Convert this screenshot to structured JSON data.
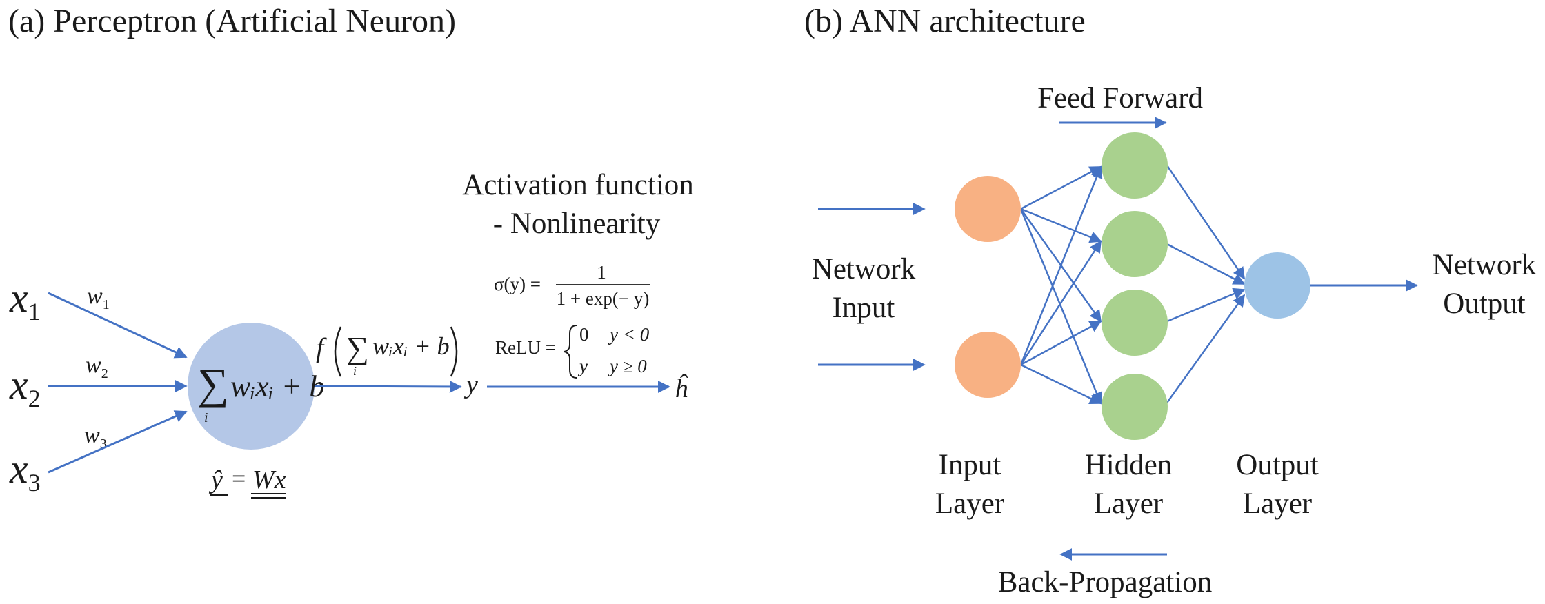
{
  "panel_a": {
    "title": "(a) Perceptron (Artificial Neuron)",
    "inputs": [
      {
        "var": "x",
        "sub": "1",
        "weight": "w",
        "weight_sub": "1"
      },
      {
        "var": "x",
        "sub": "2",
        "weight": "w",
        "weight_sub": "2"
      },
      {
        "var": "x",
        "sub": "3",
        "weight": "w",
        "weight_sub": "3"
      }
    ],
    "activation_title_line1": "Activation function",
    "activation_title_line2": "- Nonlinearity",
    "sigmoid_lhs": "σ(y) =",
    "sigmoid_num": "1",
    "sigmoid_den": "1 + exp(− y)",
    "relu_lhs": "ReLU =",
    "relu_case1_val": "0",
    "relu_case1_cond": "y < 0",
    "relu_case2_val": "y",
    "relu_case2_cond": "y ≥ 0",
    "output_var": "y",
    "final_output": "ĥ",
    "matrix_lhs": "ŷ",
    "matrix_eq": "=",
    "matrix_rhs": "Wx",
    "neuron_sum_text": "wᵢxᵢ + b",
    "neuron_sum_index": "i",
    "f_label": "f",
    "f_sum_text": "wᵢxᵢ + b",
    "f_sum_index": "i"
  },
  "panel_b": {
    "title": "(b) ANN architecture",
    "feed_forward": "Feed Forward",
    "back_propagation": "Back-Propagation",
    "network_input_line1": "Network",
    "network_input_line2": "Input",
    "network_output_line1": "Network",
    "network_output_line2": "Output",
    "input_layer_line1": "Input",
    "input_layer_line2": "Layer",
    "hidden_layer_line1": "Hidden",
    "hidden_layer_line2": "Layer",
    "output_layer_line1": "Output",
    "output_layer_line2": "Layer"
  },
  "colors": {
    "arrow": "#4472c4",
    "perceptron_node": "#b4c7e7",
    "input_node": "#f8b183",
    "hidden_node": "#a9d18e",
    "output_node": "#9dc3e6"
  }
}
